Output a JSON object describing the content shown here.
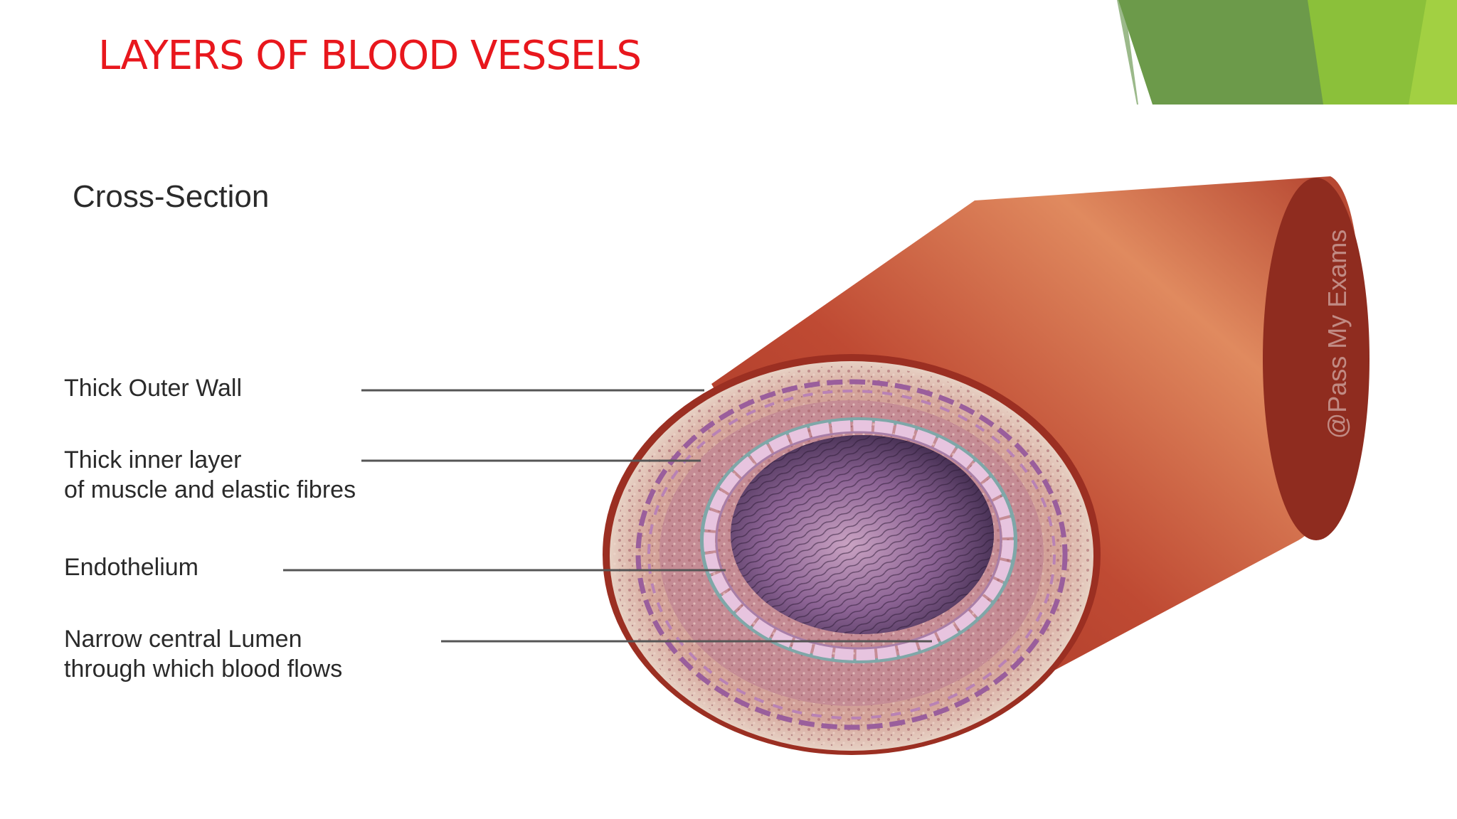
{
  "slide": {
    "title": "LAYERS OF BLOOD VESSELS",
    "title_color": "#e8171d",
    "accent_colors": [
      "#6c9a4a",
      "#8bc03a",
      "#a2d042"
    ]
  },
  "diagram": {
    "heading": "Cross-Section",
    "watermark": "@Pass My Exams",
    "labels": [
      {
        "id": "outer_wall",
        "lines": [
          "Thick Outer Wall"
        ]
      },
      {
        "id": "inner_layer",
        "lines": [
          "Thick inner layer",
          "of muscle and elastic fibres"
        ]
      },
      {
        "id": "endothelium",
        "lines": [
          "Endothelium"
        ]
      },
      {
        "id": "lumen",
        "lines": [
          "Narrow central Lumen",
          "through which blood flows"
        ]
      }
    ],
    "colors": {
      "outer_wall": "#b84a35",
      "wall_section": "#e6cfc3",
      "inner_layer": "#c08a92",
      "wavy_membrane": "#9a5e9c",
      "endothelium": "#e7c4df",
      "endothelium_ring": "#7fa7a8",
      "lumen": "#6b4a78",
      "leader_line": "#555555"
    }
  }
}
